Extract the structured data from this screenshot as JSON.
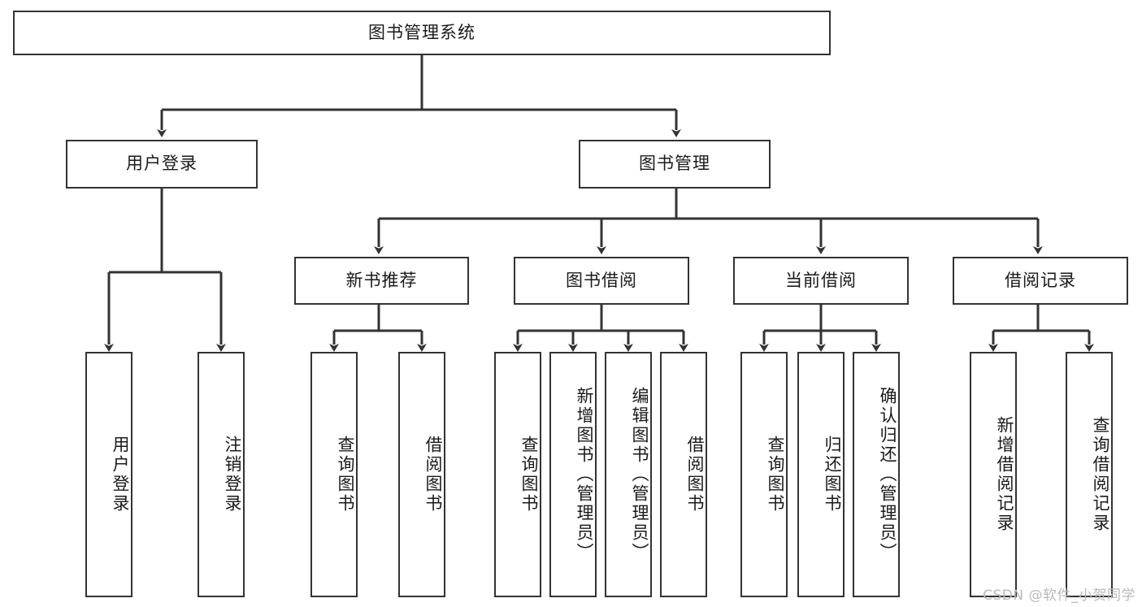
{
  "diagram": {
    "title": "图书管理系统",
    "type": "tree-hierarchy",
    "root": {
      "label": "图书管理系统"
    },
    "level2": [
      {
        "id": "user-login",
        "label": "用户登录"
      },
      {
        "id": "book-manage",
        "label": "图书管理"
      }
    ],
    "level3": [
      {
        "id": "new-book-recommend",
        "label": "新书推荐",
        "parent": "book-manage"
      },
      {
        "id": "book-borrow",
        "label": "图书借阅",
        "parent": "book-manage"
      },
      {
        "id": "current-borrow",
        "label": "当前借阅",
        "parent": "book-manage"
      },
      {
        "id": "borrow-record",
        "label": "借阅记录",
        "parent": "book-manage"
      }
    ],
    "leaves": [
      {
        "id": "leaf-user-login",
        "label": "用户登录",
        "parent": "user-login"
      },
      {
        "id": "leaf-logout-login",
        "label": "注销登录",
        "parent": "user-login"
      },
      {
        "id": "leaf-query-book-1",
        "label": "查询图书",
        "parent": "new-book-recommend"
      },
      {
        "id": "leaf-borrow-book-1",
        "label": "借阅图书",
        "parent": "new-book-recommend"
      },
      {
        "id": "leaf-query-book-2",
        "label": "查询图书",
        "parent": "book-borrow"
      },
      {
        "id": "leaf-add-book",
        "label": "新增图书（管理员）",
        "parent": "book-borrow"
      },
      {
        "id": "leaf-edit-book",
        "label": "编辑图书（管理员）",
        "parent": "book-borrow"
      },
      {
        "id": "leaf-borrow-book-2",
        "label": "借阅图书",
        "parent": "book-borrow"
      },
      {
        "id": "leaf-query-book-3",
        "label": "查询图书",
        "parent": "current-borrow"
      },
      {
        "id": "leaf-return-book",
        "label": "归还图书",
        "parent": "current-borrow"
      },
      {
        "id": "leaf-confirm-return",
        "label": "确认归还（管理员）",
        "parent": "current-borrow"
      },
      {
        "id": "leaf-add-record",
        "label": "新增借阅记录",
        "parent": "borrow-record"
      },
      {
        "id": "leaf-query-record",
        "label": "查询借阅记录",
        "parent": "borrow-record"
      }
    ]
  },
  "watermark": {
    "text": "CSDN @软件_小贺同学"
  },
  "colors": {
    "stroke": "#333333",
    "text": "#1a1a1a",
    "background": "#ffffff",
    "watermark": "#b9b9b9"
  }
}
